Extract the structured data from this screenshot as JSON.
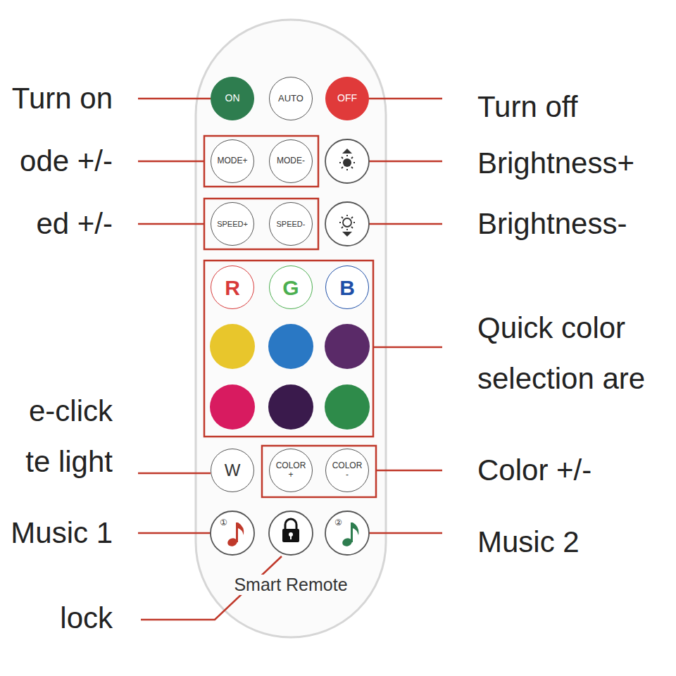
{
  "diagram": {
    "nodes": [
      {
        "text": [
          "Smart Remote"
        ]
      },
      {
        "text": [
          "ON"
        ],
        "in": 0
      },
      {
        "text": [
          "AUTO"
        ],
        "in": 0
      },
      {
        "text": [
          "OFF"
        ],
        "in": 0
      },
      {
        "text": [
          "MODE+"
        ],
        "in": 0
      },
      {
        "text": [
          "MODE-"
        ],
        "in": 0
      },
      {
        "text": [
          "SPEED+"
        ],
        "in": 0
      },
      {
        "text": [
          "SPEED-"
        ],
        "in": 0
      },
      {
        "text": [
          "R"
        ],
        "in": 0
      },
      {
        "text": [
          "G"
        ],
        "in": 0
      },
      {
        "text": [
          "B"
        ],
        "in": 0
      },
      {
        "text": [
          "W"
        ],
        "in": 0
      },
      {
        "text": [
          "COLOR +"
        ],
        "in": 0
      },
      {
        "text": [
          "COLOR -"
        ],
        "in": 0
      },
      {
        "text": [
          "①"
        ],
        "in": 0
      },
      {
        "text": [
          "②"
        ],
        "in": 0
      }
    ],
    "edges": [],
    "labels": [
      "Turn on",
      "ode +/-",
      "ed +/-",
      "e-click te light",
      "Music 1",
      "lock",
      "Turn off",
      "Brightness+",
      "Brightness-",
      "Quick color selection are",
      "Color +/-",
      "Music 2"
    ]
  }
}
